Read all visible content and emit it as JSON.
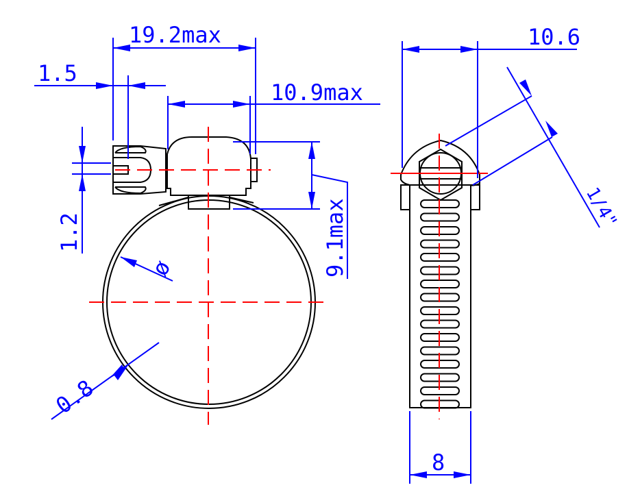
{
  "colors": {
    "outline": "#000000",
    "dimension": "#0000ff",
    "centerline": "#ff0000"
  },
  "front_view": {
    "dimensions": {
      "overall_width": "19.2max",
      "slot_offset": "1.5",
      "housing_width": "10.9max",
      "slot_width": "1.2",
      "housing_height": "9.1max",
      "diameter_symbol": "ø",
      "band_thickness": "0.8"
    }
  },
  "side_view": {
    "dimensions": {
      "head_width": "10.6",
      "hex_size": "1/4\"",
      "band_width": "8"
    }
  }
}
